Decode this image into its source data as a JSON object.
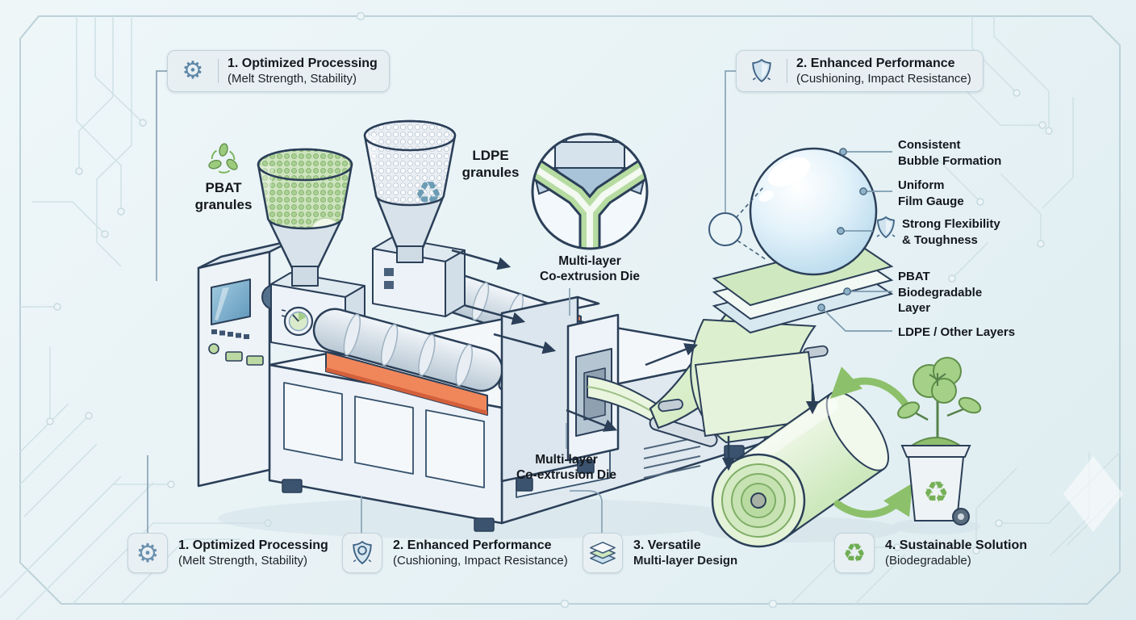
{
  "icons": {
    "gear": "⚙",
    "recycle": "♻"
  },
  "colors": {
    "background": "#e9f3f5",
    "outline_navy": "#2b3f58",
    "heater_orange": "#f0875b",
    "film_green": "#cfe8ba",
    "bubble_blue": "#bcdcee",
    "eco_green": "#7ab55c",
    "badge_bg": "#e7eff3",
    "badge_border": "#c2d3db",
    "circuit": "#cfe1e6",
    "steel": "#cdd9e3"
  },
  "badges_top": [
    {
      "title": "1. Optimized Processing",
      "subtitle": "(Melt Strength, Stability)"
    },
    {
      "title": "2. Enhanced Performance",
      "subtitle": "(Cushioning, Impact Resistance)"
    }
  ],
  "badges_bottom": [
    {
      "title": "1. Optimized Processing",
      "subtitle": "(Melt Strength, Stability)"
    },
    {
      "title": "2. Enhanced Performance",
      "subtitle": "(Cushioning, Impact Resistance)"
    },
    {
      "title": "3. Versatile",
      "subtitle": "Multi-layer Design"
    },
    {
      "title": "4. Sustainable Solution",
      "subtitle": "(Biodegradable)"
    }
  ],
  "machine_labels": {
    "pbat_1": "PBAT",
    "pbat_2": "granules",
    "ldpe_1": "LDPE",
    "ldpe_2": "granules",
    "die_top_1": "Multi-layer",
    "die_top_2": "Co-extrusion Die",
    "die_bottom_1": "Multi-layer",
    "die_bottom_2": "Co-extrusion Die"
  },
  "film_labels": {
    "bubble_1": "Consistent",
    "bubble_2": "Bubble Formation",
    "gauge_1": "Uniform",
    "gauge_2": "Film Gauge",
    "strength_1": "Strong Flexibility",
    "strength_2": "& Toughness",
    "pbat_layer_1": "PBAT",
    "pbat_layer_2": "Biodegradable",
    "pbat_layer_3": "Layer",
    "ldpe_layer_1": "LDPE / Other Layers"
  }
}
